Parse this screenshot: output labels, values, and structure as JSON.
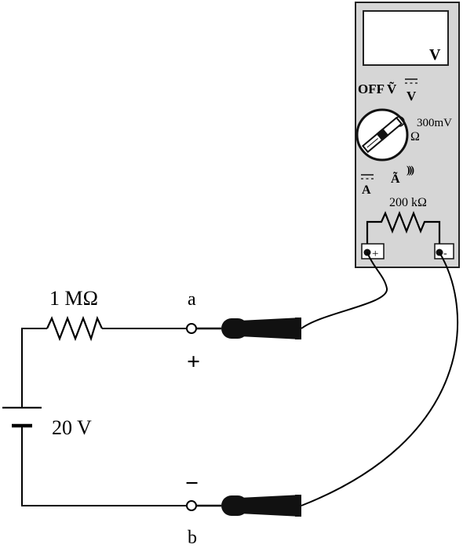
{
  "circuit": {
    "resistor_label": "1 MΩ",
    "source_label": "20 V",
    "terminal_a": "a",
    "terminal_b": "b",
    "plus_sign": "+",
    "minus_sign": "−"
  },
  "multimeter": {
    "display_unit": "V",
    "dial": {
      "off_label": "OFF",
      "ac_volts": "Ṽ",
      "dc_volts": "V",
      "millivolts": "300mV",
      "ohms": "Ω",
      "continuity": ")))",
      "ac_amps": "Ã",
      "dc_amps": "A"
    },
    "internal_resistance": "200 kΩ",
    "jack_plus": "+",
    "jack_minus": "-"
  },
  "colors": {
    "meter_body": "#d6d6d6",
    "probe": "#111111",
    "wire": "#000000",
    "background": "#ffffff"
  }
}
